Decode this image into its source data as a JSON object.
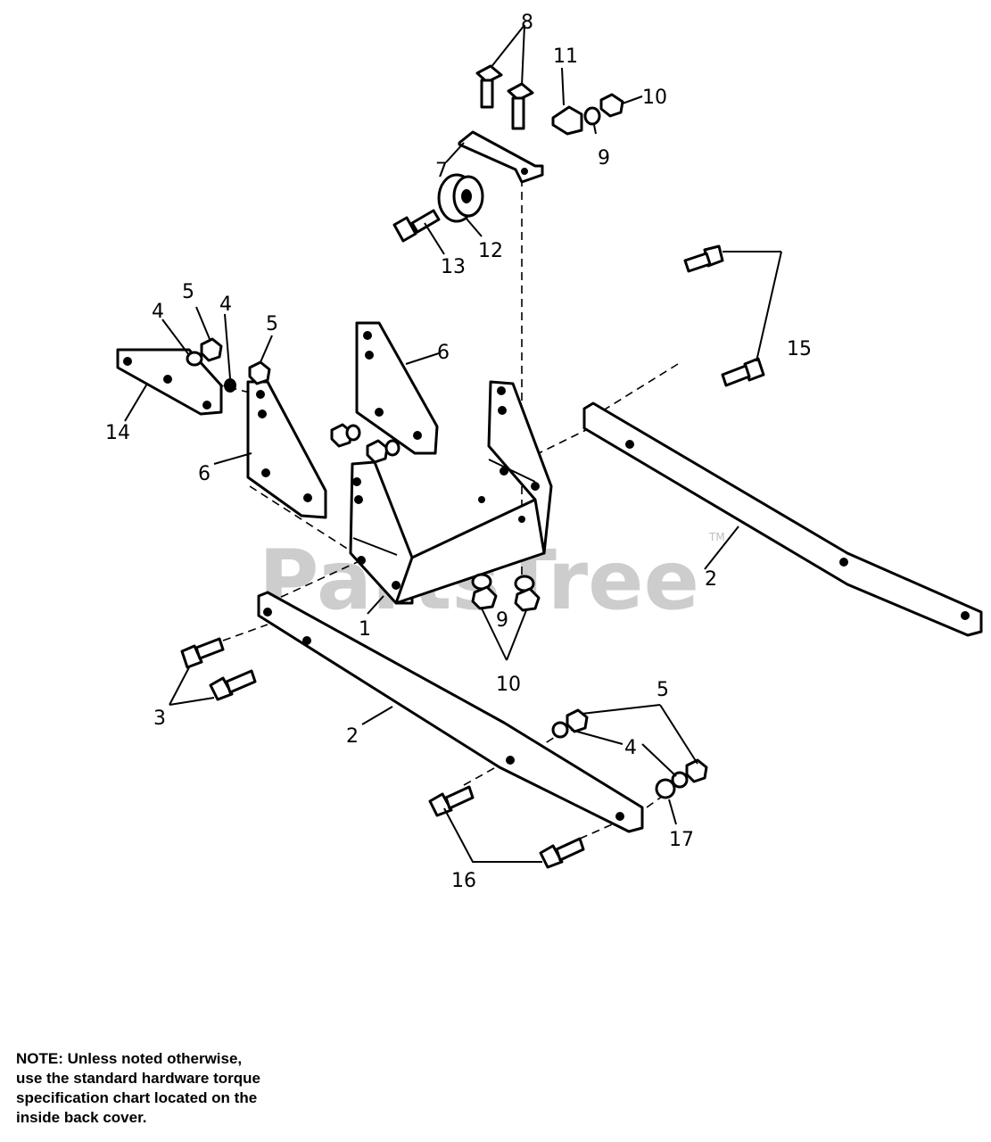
{
  "watermark": {
    "text": "PartsTree",
    "tm": "TM"
  },
  "callouts": {
    "c1": "1",
    "c2a": "2",
    "c2b": "2",
    "c3": "3",
    "c4a": "4",
    "c4b": "4",
    "c4c": "4",
    "c5a": "5",
    "c5b": "5",
    "c5c": "5",
    "c6a": "6",
    "c6b": "6",
    "c7": "7",
    "c8": "8",
    "c9a": "9",
    "c9b": "9",
    "c10a": "10",
    "c10b": "10",
    "c11": "11",
    "c12": "12",
    "c13": "13",
    "c14": "14",
    "c15": "15",
    "c16": "16",
    "c17": "17"
  },
  "note": {
    "line1": "NOTE: Unless noted otherwise,",
    "line2": "use the standard hardware torque",
    "line3": "specification chart located on the",
    "line4": "inside back cover."
  }
}
